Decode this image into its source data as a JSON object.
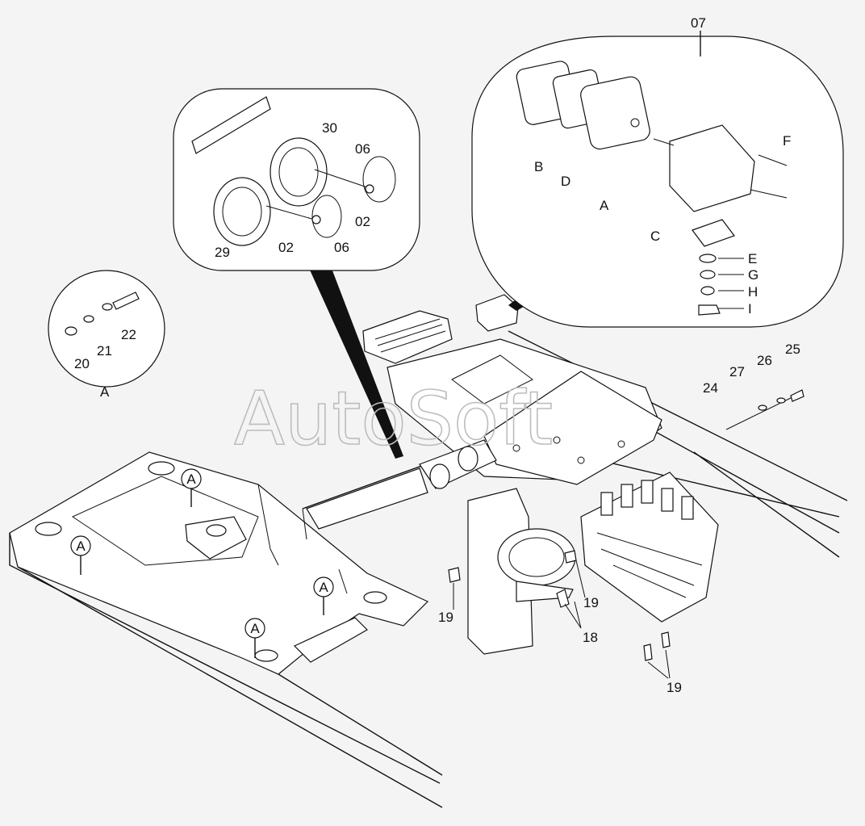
{
  "watermark": "AutoSoft",
  "callouts": {
    "detail_a": "A",
    "light_group": "07",
    "light_parts": [
      "B",
      "D",
      "A",
      "C",
      "F"
    ],
    "hardware": [
      "E",
      "G",
      "H",
      "I"
    ],
    "horns": [
      "30",
      "06",
      "02",
      "29",
      "02",
      "06"
    ],
    "detail_a_parts": [
      "22",
      "21",
      "20"
    ],
    "frame_bolts": [
      "24",
      "27",
      "26",
      "25"
    ],
    "valve_fittings": [
      "19",
      "19",
      "18",
      "19"
    ],
    "frame_markers": [
      "A",
      "A",
      "A",
      "A"
    ]
  }
}
